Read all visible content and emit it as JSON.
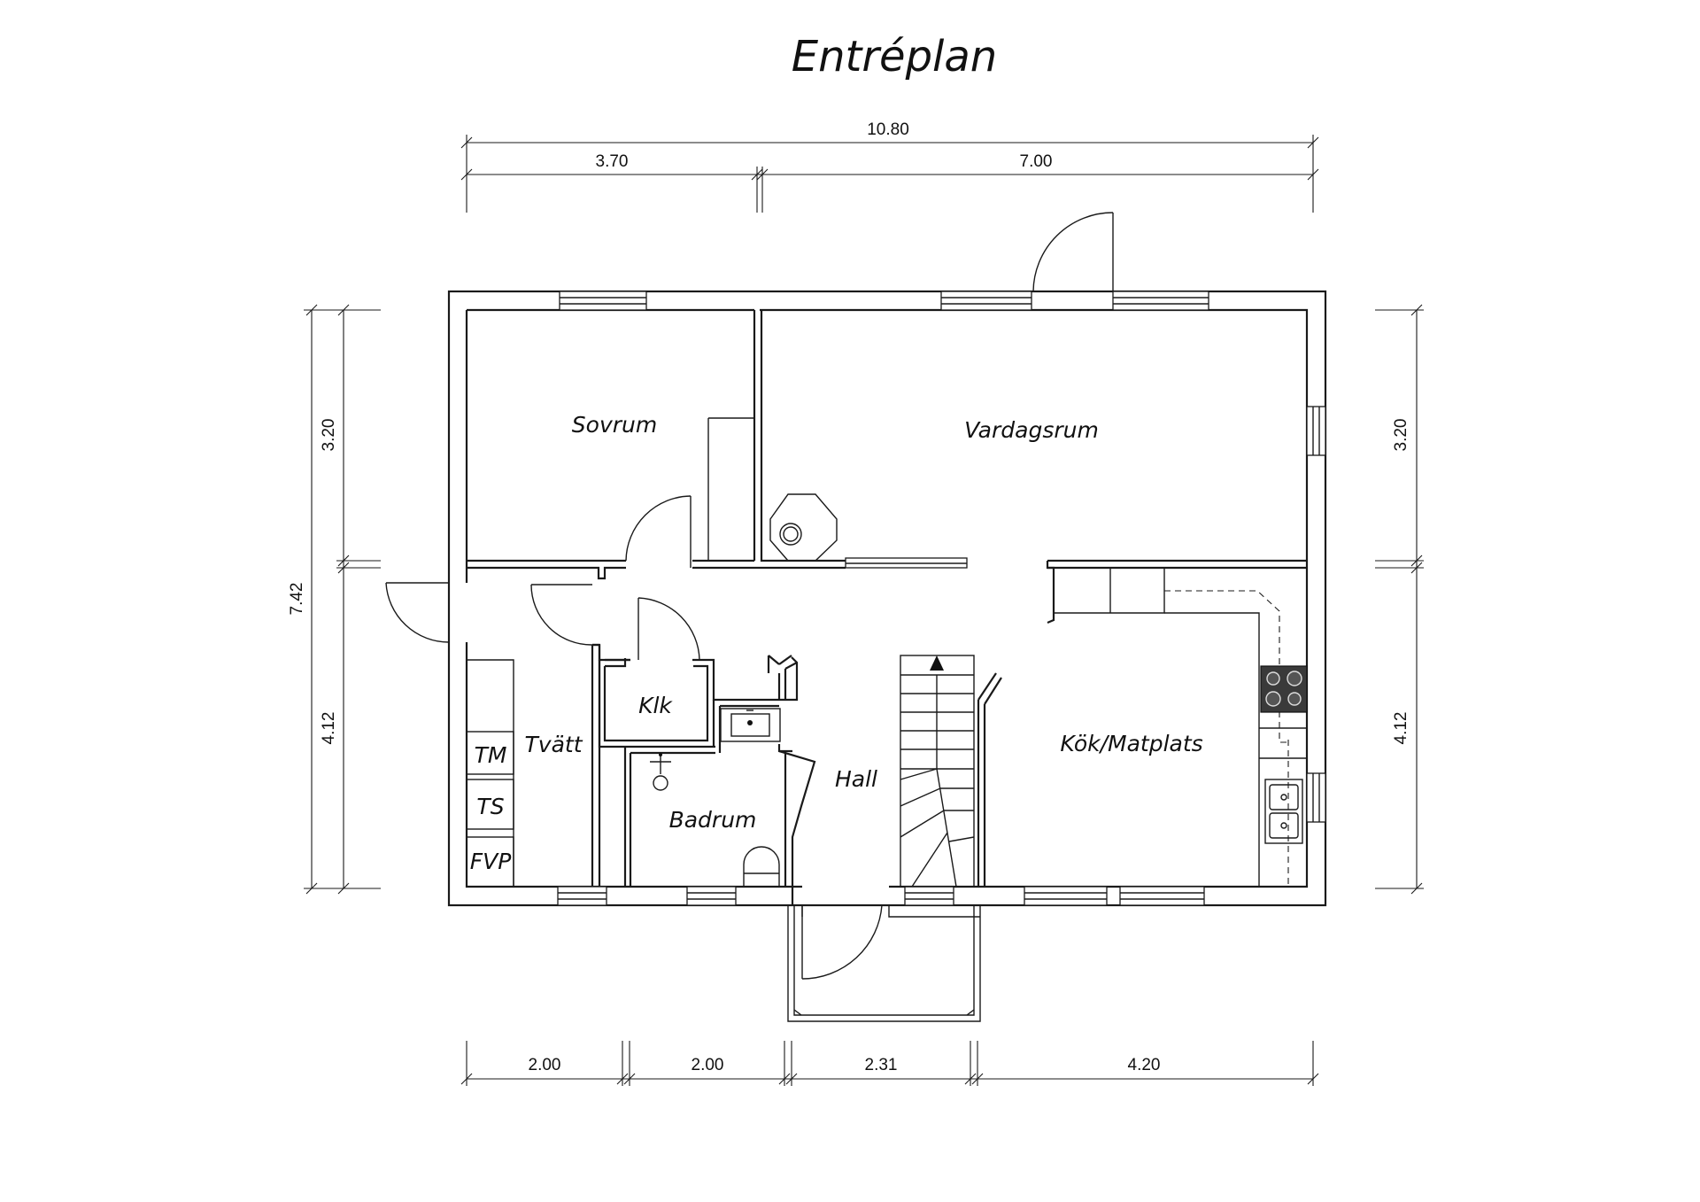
{
  "title": "Entréplan",
  "rooms": {
    "sovrum": "Sovrum",
    "vardagsrum": "Vardagsrum",
    "klk": "Klk",
    "tvatt": "Tvätt",
    "hall": "Hall",
    "badrum": "Badrum",
    "kok": "Kök/Matplats"
  },
  "appliances": {
    "tm": "TM",
    "ts": "TS",
    "fvp": "FVP"
  },
  "dimensions": {
    "total_width": "10.80",
    "top_left": "3.70",
    "top_right": "7.00",
    "total_depth": "7.42",
    "left_upper": "3.20",
    "left_lower": "4.12",
    "right_upper": "3.20",
    "right_lower": "4.12",
    "bottom_1": "2.00",
    "bottom_2": "2.00",
    "bottom_3": "2.31",
    "bottom_4": "4.20"
  }
}
